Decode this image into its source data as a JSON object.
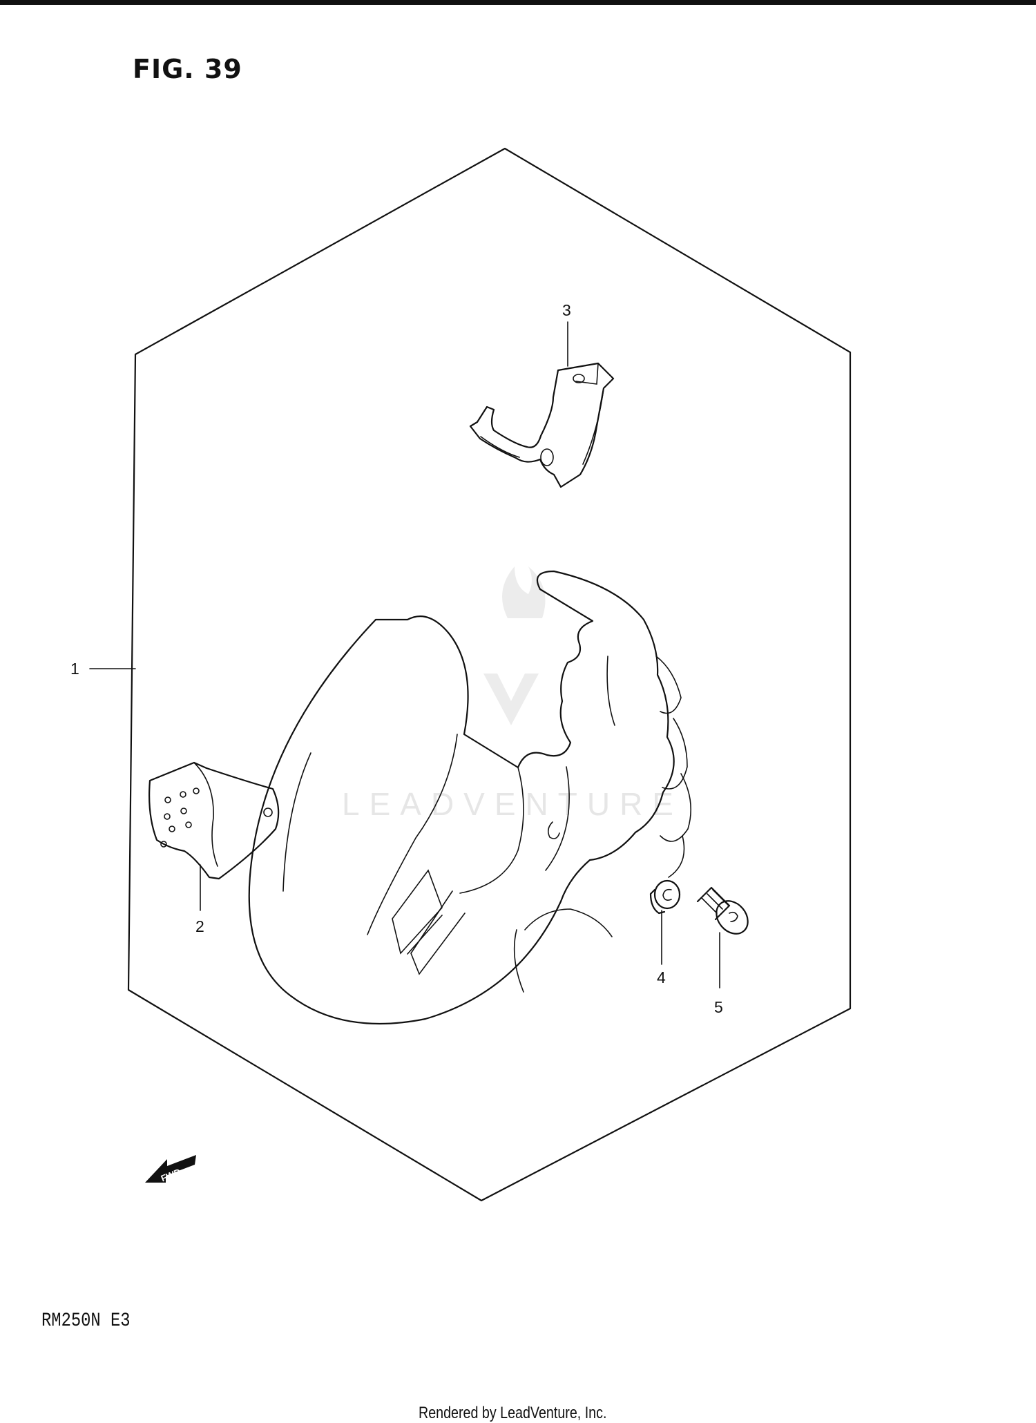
{
  "figure": {
    "title": "FIG. 39"
  },
  "model": {
    "label": "RM250N  E3"
  },
  "footer": {
    "credit": "Rendered by LeadVenture, Inc."
  },
  "watermark": {
    "text": "LEADVENTURE"
  },
  "fwd_label": "FWD",
  "callouts": [
    {
      "number": "1"
    },
    {
      "number": "2"
    },
    {
      "number": "3"
    },
    {
      "number": "4"
    },
    {
      "number": "5"
    }
  ]
}
